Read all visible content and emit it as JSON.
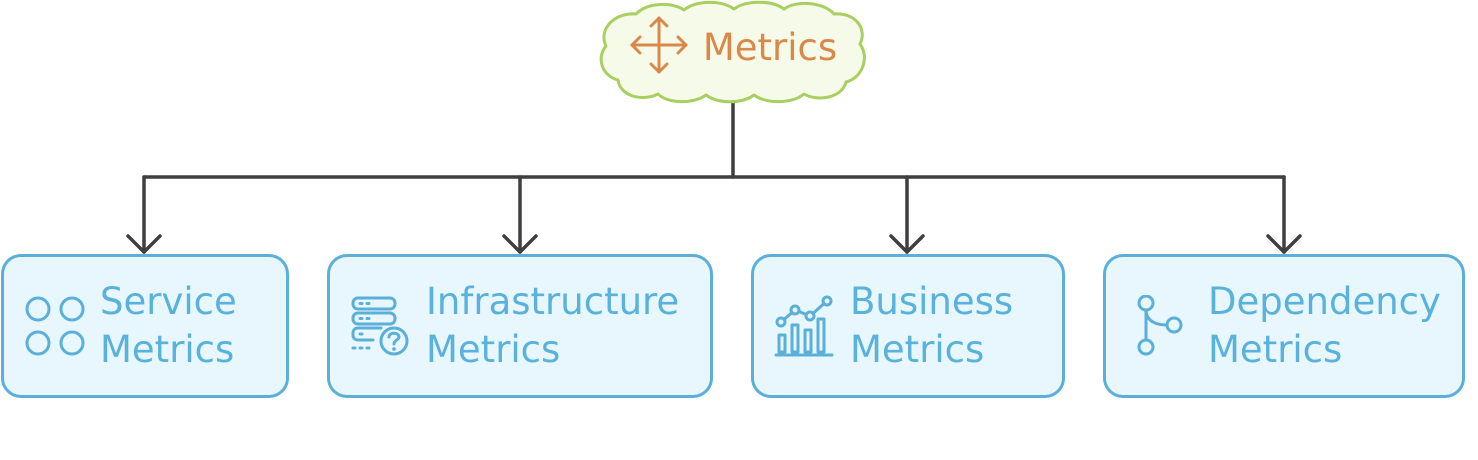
{
  "root": {
    "label": "Metrics",
    "icon": "move-arrows-icon",
    "color": "#d9884a",
    "fill": "#f6fbe9",
    "stroke": "#a8cf60"
  },
  "children": [
    {
      "line1": "Service",
      "line2": "Metrics",
      "icon": "four-circles-icon"
    },
    {
      "line1": "Infrastructure",
      "line2": "Metrics",
      "icon": "server-question-icon"
    },
    {
      "line1": "Business",
      "line2": "Metrics",
      "icon": "line-bar-chart-icon"
    },
    {
      "line1": "Dependency",
      "line2": "Metrics",
      "icon": "git-branch-icon"
    }
  ],
  "theme": {
    "node_fill": "#e8f6fd",
    "node_stroke": "#5ab0d8",
    "node_text": "#59b2dc",
    "connector": "#3f3f3f"
  }
}
